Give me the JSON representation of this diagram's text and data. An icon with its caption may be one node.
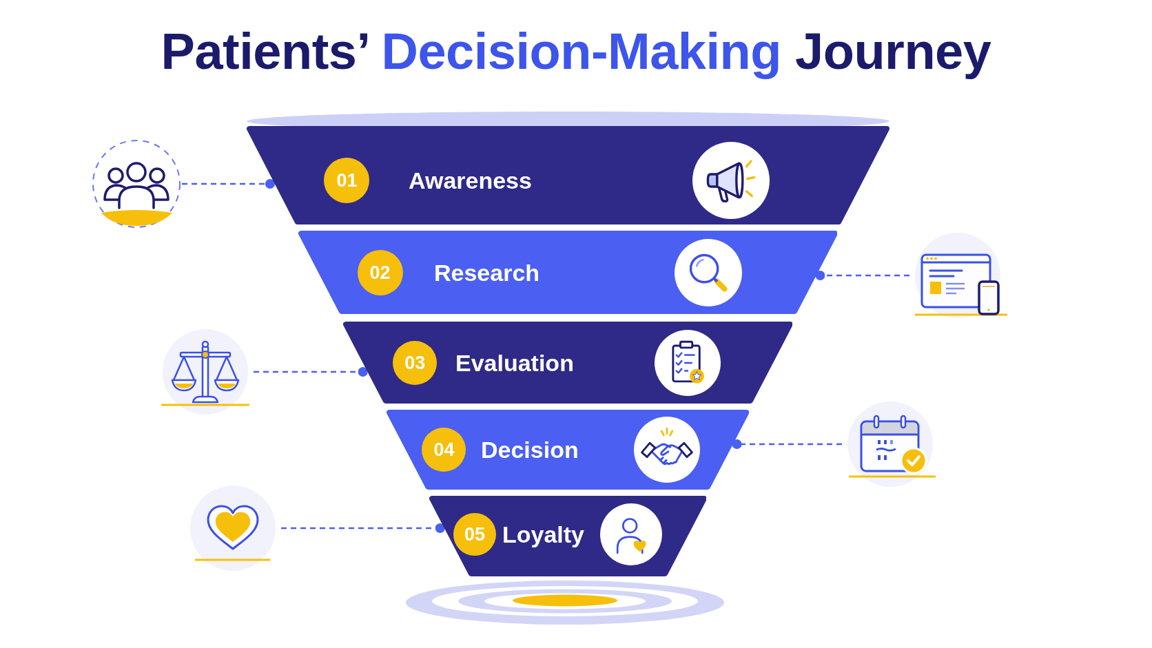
{
  "diagram": {
    "title": "Patients’ Decision-Making Journey",
    "nodes": [
      {
        "text": [],
        "shape": "picture"
      },
      {
        "text": [
          "Awareness"
        ]
      },
      {
        "text": [
          "01"
        ],
        "in": 1
      },
      {
        "text": [
          "Research"
        ]
      },
      {
        "text": [
          "02"
        ],
        "in": 3
      },
      {
        "text": [],
        "shape": "picture"
      },
      {
        "text": [],
        "shape": "picture"
      },
      {
        "text": [
          "Evaluation"
        ]
      },
      {
        "text": [
          "03"
        ],
        "in": 7
      },
      {
        "text": [
          "Decision"
        ]
      },
      {
        "text": [
          "04"
        ],
        "in": 9
      },
      {
        "text": [],
        "shape": "picture"
      },
      {
        "text": [],
        "shape": "picture"
      },
      {
        "text": [
          "Loyalty"
        ]
      },
      {
        "text": [
          "05"
        ],
        "in": 13
      }
    ],
    "edges": [
      {
        "from": 0,
        "to": 1,
        "arrow": "other",
        "style": "dashed"
      },
      {
        "from": 5,
        "to": 3,
        "arrow": "other",
        "style": "dashed"
      },
      {
        "from": 6,
        "to": 7,
        "arrow": "other",
        "style": "dashed"
      },
      {
        "from": 11,
        "to": 9,
        "arrow": "other",
        "style": "dashed"
      },
      {
        "from": 12,
        "to": 13,
        "arrow": "other",
        "style": "dashed"
      }
    ]
  }
}
